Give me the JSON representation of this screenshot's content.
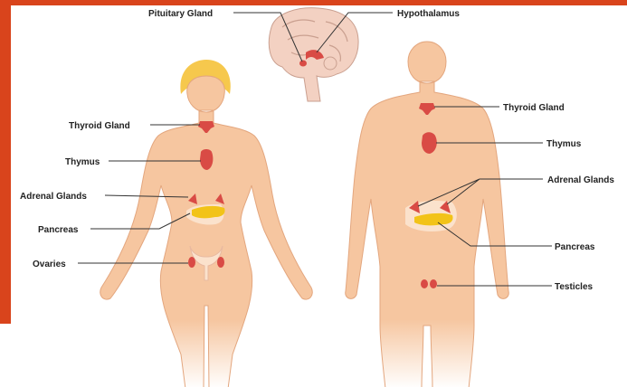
{
  "colors": {
    "accent": "#d9441c",
    "skin": "#f6c6a0",
    "skin_edge": "#e3a67e",
    "hair": "#f6c84d",
    "gland_red": "#d94b45",
    "pancreas_yellow": "#f2c318",
    "brain": "#f3d1c2",
    "brain_line": "#caa090",
    "leader": "#333333"
  },
  "labels": {
    "pituitary": "Pituitary Gland",
    "hypothalamus": "Hypothalamus",
    "female": {
      "thyroid": "Thyroid Gland",
      "thymus": "Thymus",
      "adrenal": "Adrenal Glands",
      "pancreas": "Pancreas",
      "ovaries": "Ovaries"
    },
    "male": {
      "thyroid": "Thyroid Gland",
      "thymus": "Thymus",
      "adrenal": "Adrenal Glands",
      "pancreas": "Pancreas",
      "testicles": "Testicles"
    }
  }
}
